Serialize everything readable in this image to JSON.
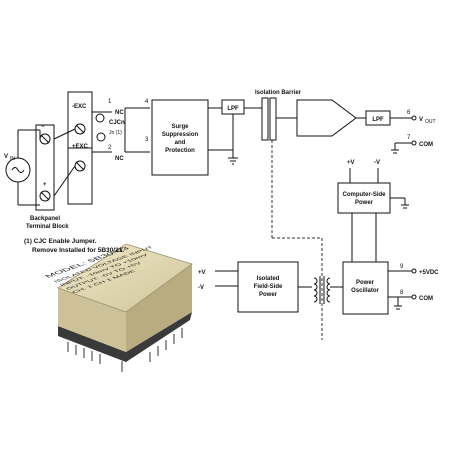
{
  "input": {
    "label": "V",
    "sub": "IN"
  },
  "backpanel": {
    "line1": "Backpanel",
    "line2": "Terminal Block"
  },
  "excitation": {
    "top": "+EXC",
    "bottom": "-EXC"
  },
  "cjc": {
    "label1": "CJCn",
    "label2": "Jn (1)"
  },
  "nc": {
    "top": "NC",
    "bottom": "NC"
  },
  "pins": {
    "p1": "1",
    "p2": "2",
    "p3": "3",
    "p4": "4",
    "p6": "6",
    "p7": "7",
    "p8": "8",
    "p9": "9"
  },
  "blocks": {
    "surge": {
      "l1": "Surge",
      "l2": "Suppression",
      "l3": "and",
      "l4": "Protection"
    },
    "lpf1": "LPF",
    "lpf2": "LPF",
    "isolation": "Isolation Barrier",
    "computer_power": {
      "l1": "Computer-Side",
      "l2": "Power"
    },
    "field_power": {
      "l1": "Isolated",
      "l2": "Field-Side",
      "l3": "Power"
    },
    "oscillator": {
      "l1": "Power",
      "l2": "Oscillator"
    }
  },
  "outputs": {
    "vout": "V",
    "vout_sub": "OUT",
    "com1": "COM",
    "plus5": "+5VDC",
    "com2": "COM"
  },
  "rails": {
    "pv": "+V",
    "mv": "-V",
    "pv2": "+V",
    "mv2": "-V"
  },
  "note": {
    "line1": "(1) CJC Enable Jumper.",
    "line2": "Remove Installed for 5B30/31."
  },
  "module": {
    "model": "MODEL: 5B30-03",
    "l1": "ISOLATED VOLTAGE INPUT",
    "l2": "INPUT: -10mV TO +10mV",
    "l3": "OUTPUT: -5V TO +5V",
    "l4": "CH: 1  CH 1  MADE"
  },
  "colors": {
    "line": "#111111",
    "dashed": "#333333",
    "module_body": "#e4dcb8",
    "module_base": "#3a3a3a"
  }
}
